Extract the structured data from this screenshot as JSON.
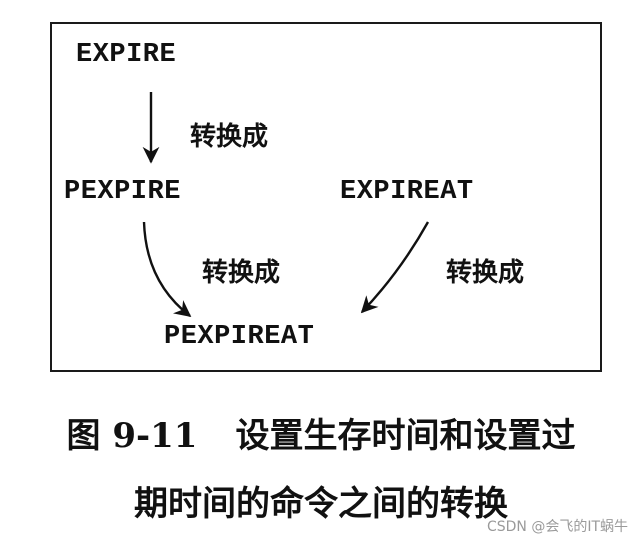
{
  "diagram": {
    "nodes": {
      "expire": "EXPIRE",
      "pexpire": "PEXPIRE",
      "expireat": "EXPIREAT",
      "pexpireat": "PEXPIREAT"
    },
    "edge_label": "转换成"
  },
  "caption": {
    "figure_label": "图 9-11",
    "line1": "设置生存时间和设置过",
    "line2": "期时间的命令之间的转换"
  },
  "watermark": "CSDN @会飞的IT蜗牛"
}
